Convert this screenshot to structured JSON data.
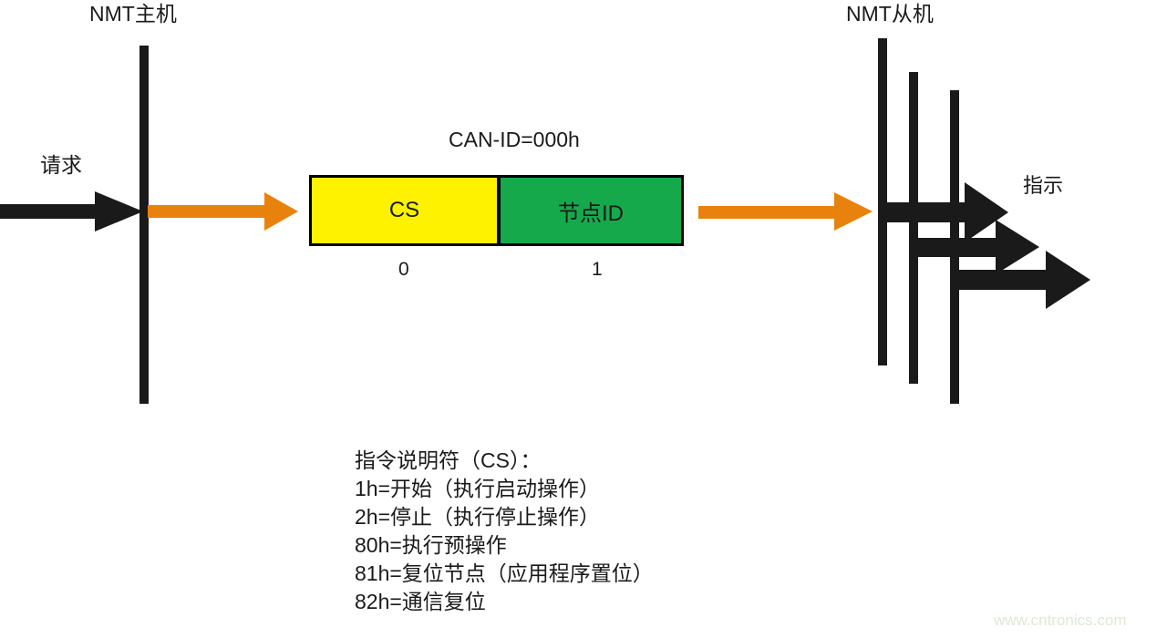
{
  "diagram": {
    "title_master": "NMT主机",
    "title_slave": "NMT从机",
    "request_label": "请求",
    "indication_label": "指示",
    "can_id_label": "CAN-ID=000h",
    "frame": {
      "byte0": {
        "name": "CS",
        "index": "0",
        "color": "#FFF200"
      },
      "byte1": {
        "name": "节点ID",
        "index": "1",
        "color": "#16A94C"
      }
    },
    "legend": {
      "heading": "指令说明符（CS）：",
      "entries": [
        "1h=开始（执行启动操作）",
        "2h=停止（执行停止操作）",
        "80h=执行预操作",
        "81h=复位节点（应用程序置位）",
        "82h=通信复位"
      ]
    },
    "watermark": "www.cntronics.com",
    "colors": {
      "message_arrow": "#E8820C",
      "service_arrow": "#1a1a1a",
      "timeline": "#1a1a1a"
    }
  }
}
